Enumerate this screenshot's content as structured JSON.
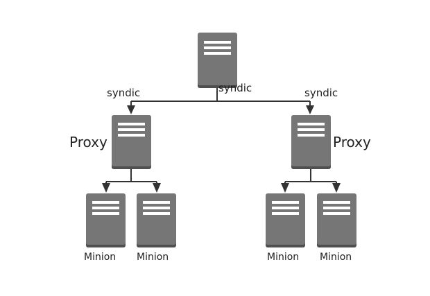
{
  "nodes": {
    "master": {
      "label": ""
    },
    "proxy_left": {
      "label": "Proxy"
    },
    "proxy_right": {
      "label": "Proxy"
    },
    "minions": [
      {
        "label": "Minion"
      },
      {
        "label": "Minion"
      },
      {
        "label": "Minion"
      },
      {
        "label": "Minion"
      }
    ]
  },
  "edges": {
    "master_label": "syndic",
    "left_label": "syndic",
    "right_label": "syndic"
  },
  "colors": {
    "server": "#767676",
    "server_shadow": "#4f4f4f",
    "server_lines": "#ffffff",
    "connector": "#333333",
    "text": "#222222",
    "background": "#ffffff"
  }
}
